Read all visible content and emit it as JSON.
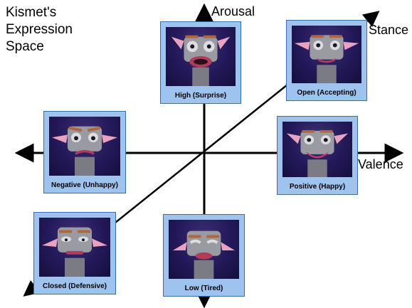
{
  "title": {
    "lines": [
      "Kismet's",
      "Expression",
      "Space"
    ]
  },
  "axes": {
    "arousal": "Arousal",
    "stance": "Stance",
    "valence": "Valence"
  },
  "cards": {
    "high": "High (Surprise)",
    "open": "Open (Accepting)",
    "negative": "Negative (Unhappy)",
    "positive": "Positive (Happy)",
    "closed": "Closed (Defensive)",
    "low": "Low (Tired)"
  },
  "colors": {
    "card_bg": "#9ec3ee",
    "photo_bg": "#23195a",
    "axis": "#000000"
  },
  "icons": {
    "robot": "kismet-robot-icon"
  }
}
